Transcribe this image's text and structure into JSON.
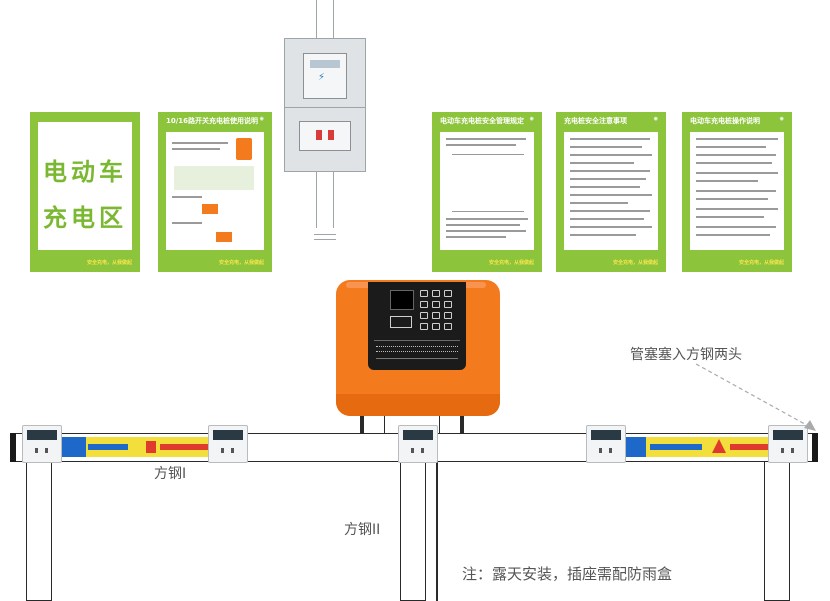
{
  "posters": {
    "p1": {
      "title": "电动车",
      "title2": "充电区"
    },
    "p2": {
      "title": "10/16路开关充电桩使用说明"
    },
    "p3": {
      "title": "电动车充电桩安全管理规定"
    },
    "p4": {
      "title": "充电桩安全注意事项"
    },
    "p5": {
      "title": "电动车充电桩操作说明"
    },
    "slogan": "安全充电，从我做起"
  },
  "labels": {
    "pipe_plug": "管塞塞入方钢两头",
    "steel1": "方钢I",
    "steel2": "方钢II",
    "note": "注：露天安装，插座需配防雨盒"
  },
  "colors": {
    "poster_green": "#8cc43c",
    "charger_orange": "#f47a1e",
    "banner_yellow": "#f3df3c",
    "banner_blue": "#1d68c8"
  }
}
